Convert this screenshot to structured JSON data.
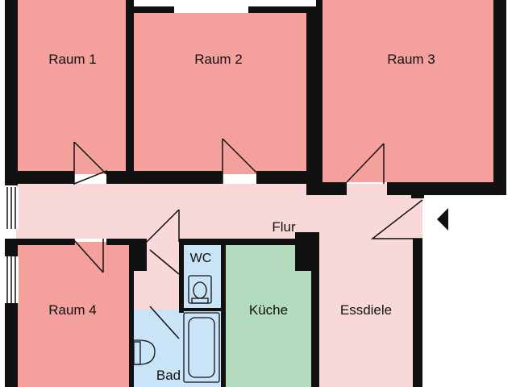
{
  "rooms": {
    "raum1": {
      "label": "Raum 1",
      "color": "#f4a19e"
    },
    "raum2": {
      "label": "Raum 2",
      "color": "#f4a19e"
    },
    "raum3": {
      "label": "Raum 3",
      "color": "#f4a19e"
    },
    "raum4": {
      "label": "Raum 4",
      "color": "#f4a19e"
    },
    "flur": {
      "label": "Flur",
      "color": "#f8d8d8"
    },
    "wc": {
      "label": "WC",
      "color": "#c8e4f6"
    },
    "kueche": {
      "label": "Küche",
      "color": "#b3dbbd"
    },
    "essdiele": {
      "label": "Essdiele",
      "color": "#f8d8d8"
    },
    "bad": {
      "label": "Bad",
      "color": "#c8e4f6"
    }
  },
  "colors": {
    "wall": "#111111",
    "window": "#ffffff"
  },
  "icons": {
    "entrance": "entrance-arrow-icon",
    "toilet_wc": "toilet-icon",
    "toilet_bad": "toilet-icon",
    "bathtub": "bathtub-icon"
  }
}
